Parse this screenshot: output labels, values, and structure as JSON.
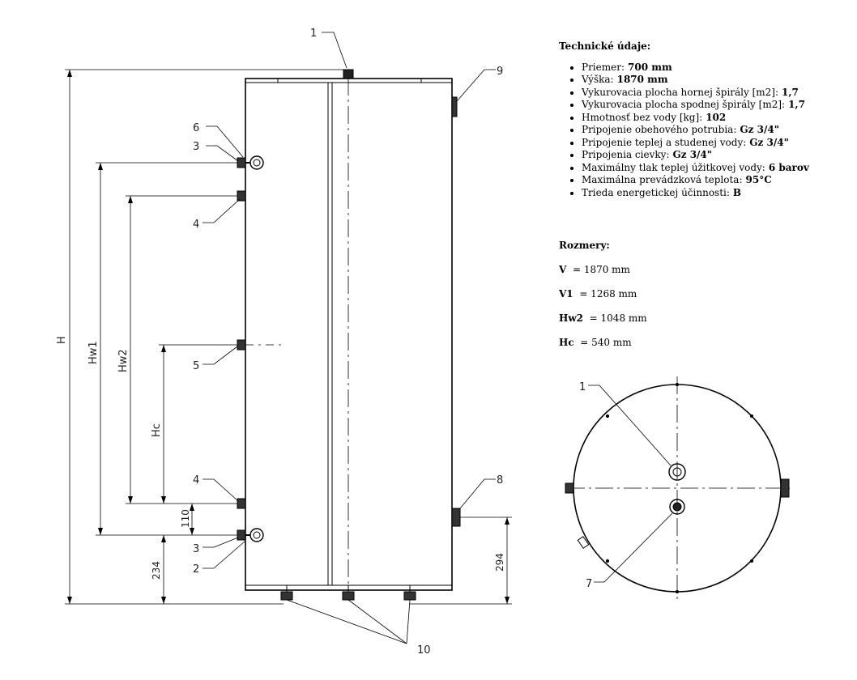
{
  "technical": {
    "heading": "Technické údaje:",
    "items": [
      {
        "label": "Priemer:",
        "value": "700 mm"
      },
      {
        "label": "Výška:",
        "value": "1870 mm"
      },
      {
        "label": "Vykurovacia plocha hornej špirály [m2]:",
        "value": "1,7"
      },
      {
        "label": "Vykurovacia plocha spodnej špirály [m2]:",
        "value": "1,7"
      },
      {
        "label": "Hmotnosť bez vody [kg]:",
        "value": "102"
      },
      {
        "label": "Pripojenie obehového potrubia:",
        "value": "Gz 3/4\""
      },
      {
        "label": "Pripojenie teplej a studenej vody:",
        "value": "Gz 3/4\""
      },
      {
        "label": "Pripojenia cievky:",
        "value": "Gz 3/4\""
      },
      {
        "label": "Maximálny tlak teplej úžitkovej vody:",
        "value": "6 barov"
      },
      {
        "label": "Maximálna prevádzková teplota:",
        "value": "95°C"
      },
      {
        "label": "Trieda energetickej účinnosti:",
        "value": "B"
      }
    ]
  },
  "dimensions": {
    "heading": "Rozmery:",
    "rows": [
      {
        "key": "V",
        "value": "= 1870 mm"
      },
      {
        "key": "V1",
        "value": "= 1268 mm"
      },
      {
        "key": "Hw2",
        "value": "= 1048 mm"
      },
      {
        "key": "Hc",
        "value": "= 540 mm"
      }
    ]
  },
  "drawing": {
    "dimension_labels": {
      "H": "H",
      "Hw1": "Hw1",
      "Hw2": "Hw2",
      "Hc": "Hc",
      "d110": "110",
      "d234": "234",
      "d294": "294"
    },
    "callouts": {
      "c1": "1",
      "c2": "2",
      "c3a": "3",
      "c3b": "3",
      "c4a": "4",
      "c4b": "4",
      "c5": "5",
      "c6": "6",
      "c8": "8",
      "c9": "9",
      "c10": "10",
      "top1": "1",
      "top7": "7"
    }
  }
}
